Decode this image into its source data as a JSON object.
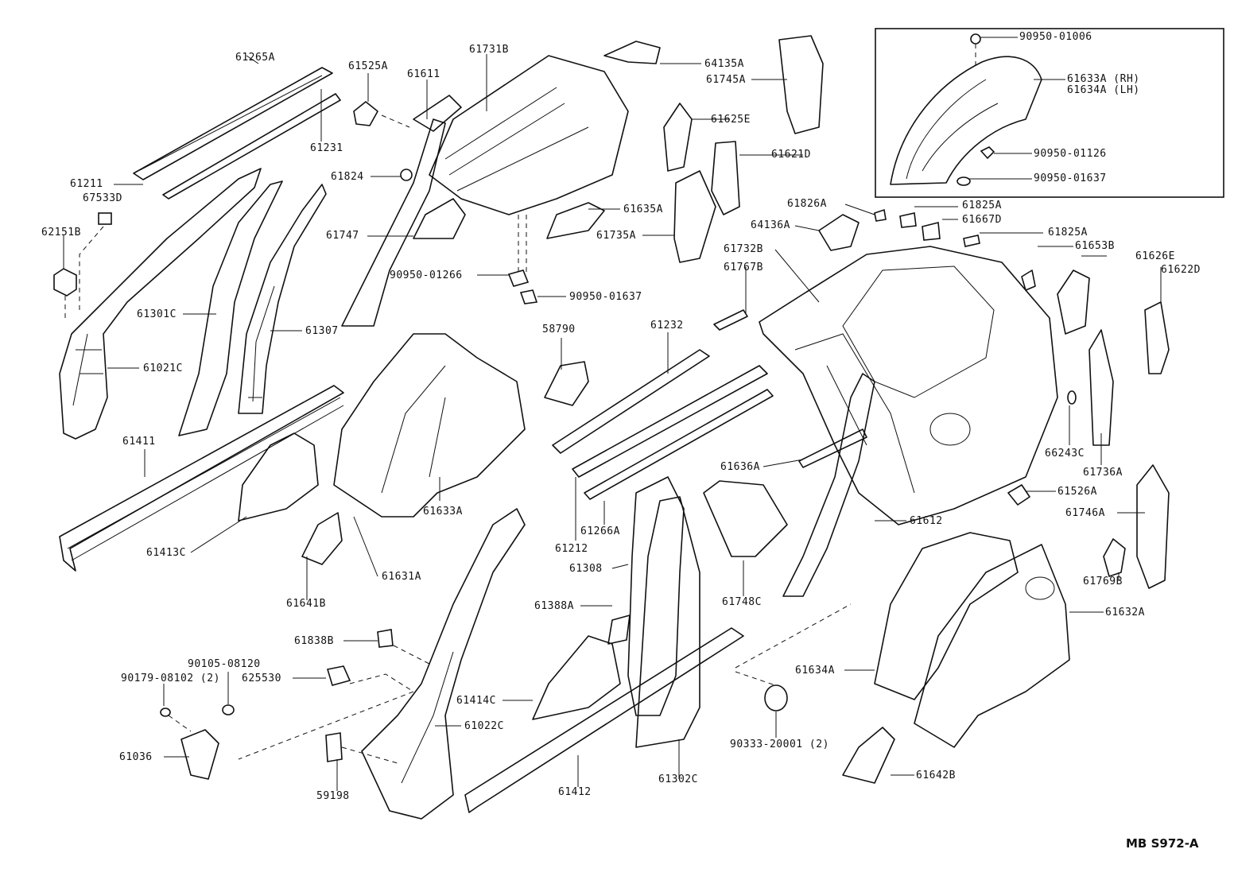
{
  "diagram": {
    "code": "MB S972-A",
    "inset_labels": [
      "90950-01006",
      "61633A (RH)",
      "61634A (LH)",
      "90950-01126",
      "90950-01637"
    ],
    "part_labels": [
      "61265A",
      "61231",
      "61211",
      "67533D",
      "62151B",
      "61301C",
      "61307",
      "61021C",
      "61525A",
      "61611",
      "61731B",
      "64135A",
      "61745A",
      "61625E",
      "61621D",
      "61824",
      "61635A",
      "61735A",
      "61747",
      "90950-01266",
      "90950-01637",
      "61826A",
      "64136A",
      "61825A",
      "61667D",
      "61825A",
      "61732B",
      "61767B",
      "61653B",
      "61626E",
      "61622D",
      "61411",
      "61413C",
      "61633A",
      "61641B",
      "61631A",
      "58790",
      "61232",
      "61266A",
      "61212",
      "61308",
      "61388A",
      "61636A",
      "61748C",
      "61612",
      "66243C",
      "61736A",
      "61526A",
      "61746A",
      "61769B",
      "61632A",
      "61634A",
      "61838B",
      "90105-08120",
      "90179-08102 (2)",
      "625530",
      "61036",
      "61022C",
      "61414C",
      "59198",
      "61412",
      "61302C",
      "90333-20001 (2)",
      "61642B"
    ]
  }
}
